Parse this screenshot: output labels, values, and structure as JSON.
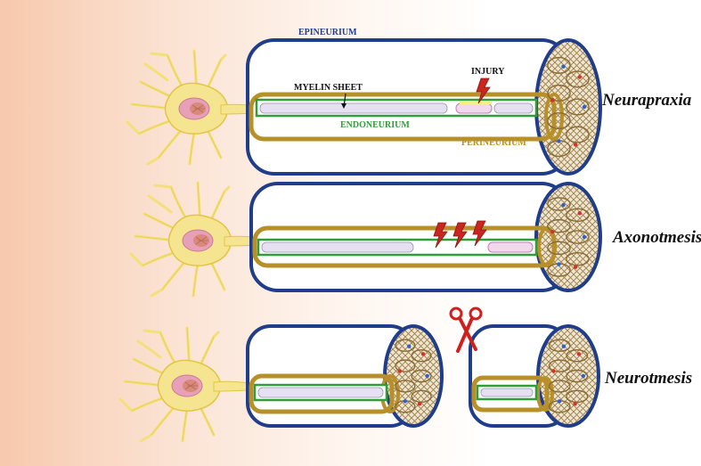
{
  "labels": {
    "epineurium": "EPINEURIUM",
    "myelin_sheet": "MYELIN SHEET",
    "injury": "INJURY",
    "endoneurium": "ENDONEURIUM",
    "perineurium": "PERINEURIUM"
  },
  "rows": [
    {
      "title": "Neurapraxia"
    },
    {
      "title": "Axonotmesis"
    },
    {
      "title": "Neurotmesis"
    }
  ],
  "colors": {
    "epineurium": "#1f3d8a",
    "perineurium": "#b8902a",
    "endoneurium": "#2f9d3a",
    "neuron": "#f3e078",
    "neuron_outline": "#e2c545",
    "nucleus": "#e8a0b8",
    "myelin": "#e6e0f2",
    "injury": "#c8261e",
    "scissors": "#d0201e",
    "label_perineurium": "#b8902a",
    "label_endoneurium": "#2f9d3a",
    "label_epineurium": "#1f3d8a"
  },
  "icons": [
    "neuron-icon",
    "lightning-icon",
    "scissors-icon",
    "fascicle-cross-section-icon"
  ]
}
